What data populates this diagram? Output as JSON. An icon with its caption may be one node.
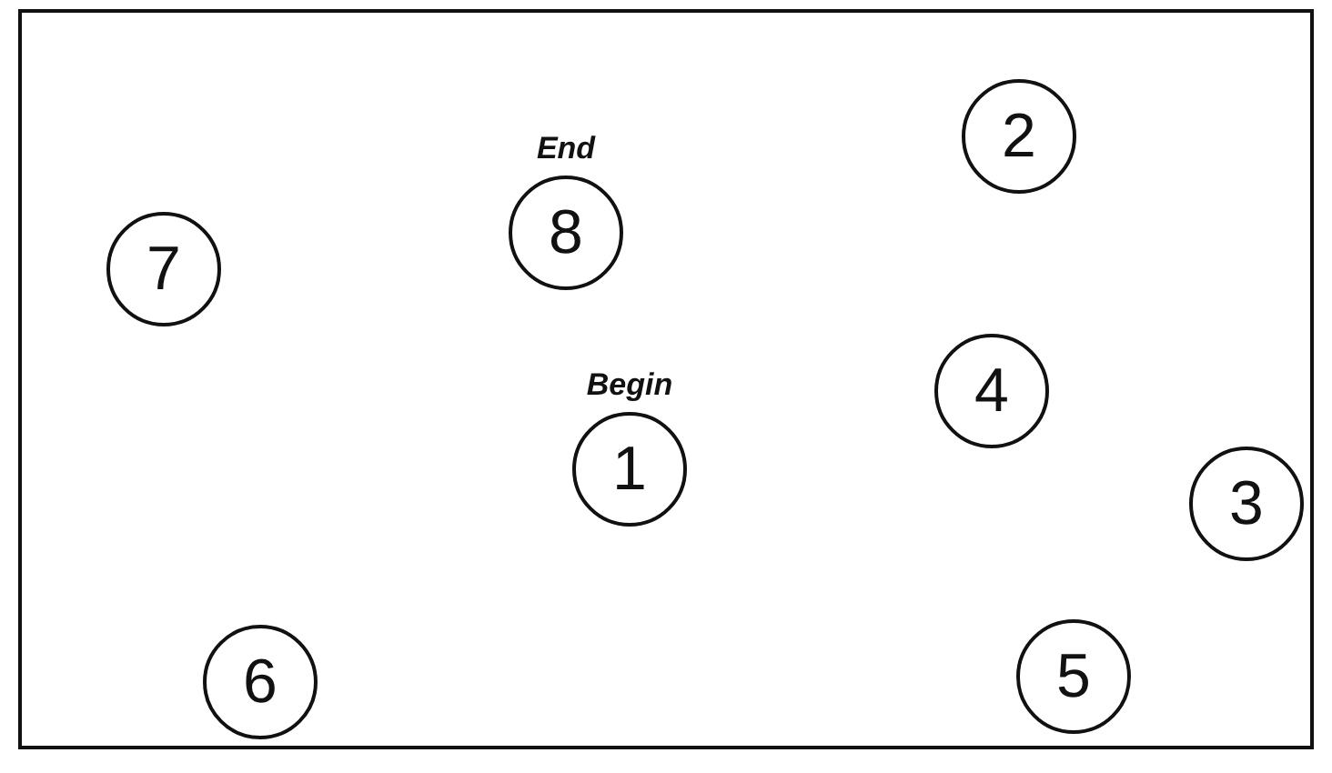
{
  "diagram": {
    "nodes": [
      {
        "text": [
          "2"
        ]
      },
      {
        "text": [
          "8"
        ],
        "beside": [
          "End"
        ]
      },
      {
        "text": [
          "7"
        ]
      },
      {
        "text": [
          "4"
        ]
      },
      {
        "text": [
          "1"
        ],
        "beside": [
          "Begin"
        ]
      },
      {
        "text": [
          "3"
        ]
      },
      {
        "text": [
          "6"
        ]
      },
      {
        "text": [
          "5"
        ]
      }
    ]
  }
}
